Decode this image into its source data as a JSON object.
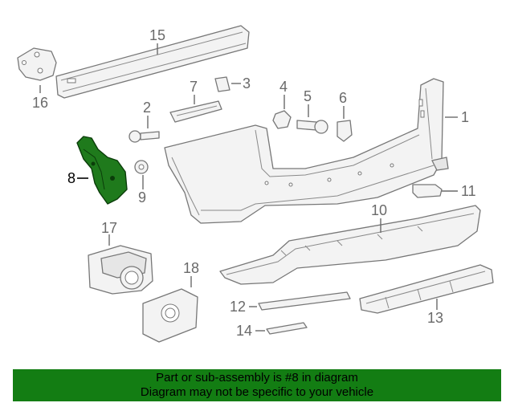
{
  "colors": {
    "highlight": "#1f7a1c",
    "banner_background": "#137d13",
    "line": "#777777",
    "callout_text": "#6a6a6a"
  },
  "diagram": {
    "highlighted_part": "8",
    "callouts": [
      "1",
      "2",
      "3",
      "4",
      "5",
      "6",
      "7",
      "8",
      "9",
      "10",
      "11",
      "12",
      "13",
      "14",
      "15",
      "16",
      "17",
      "18"
    ]
  },
  "banner": {
    "line1": "Part or sub-assembly is #8 in diagram",
    "line2": "Diagram may not be specific to your vehicle"
  }
}
